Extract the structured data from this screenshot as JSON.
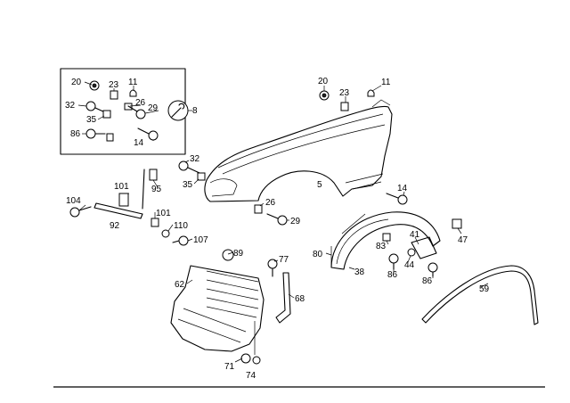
{
  "callouts": {
    "c20a": "20",
    "c23a": "23",
    "c11a": "11",
    "c32a": "32",
    "c26a": "26",
    "c29a": "29",
    "c35a": "35",
    "c8": "8",
    "c86a": "86",
    "c14a": "14",
    "c20b": "20",
    "c23b": "23",
    "c11b": "11",
    "c32b": "32",
    "c35b": "35",
    "c5": "5",
    "c14b": "14",
    "c26b": "26",
    "c29b": "29",
    "c101a": "101",
    "c95": "95",
    "c104": "104",
    "c92": "92",
    "c101b": "101",
    "c110": "110",
    "c107": "107",
    "c89": "89",
    "c77": "77",
    "c62": "62",
    "c68": "68",
    "c71": "71",
    "c74": "74",
    "c80": "80",
    "c38": "38",
    "c83": "83",
    "c41": "41",
    "c47": "47",
    "c86b": "86",
    "c44": "44",
    "c86c": "86",
    "c59": "59"
  }
}
